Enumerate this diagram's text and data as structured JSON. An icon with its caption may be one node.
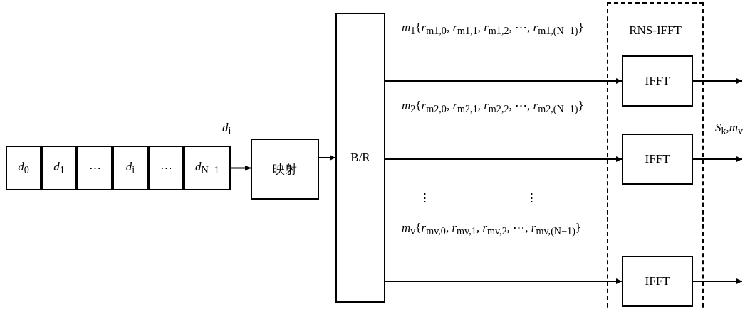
{
  "diagram": {
    "nodes": [
      {
        "text": [
          "*d*$_{0}$"
        ]
      },
      {
        "text": [
          "*d*$_{1}$"
        ]
      },
      {
        "text": [
          "⋯"
        ]
      },
      {
        "text": [
          "*d*$_{i}$"
        ]
      },
      {
        "text": [
          "⋯"
        ]
      },
      {
        "text": [
          "*d*$_{N−1}$"
        ]
      },
      {
        "text": [
          "映射"
        ]
      },
      {
        "text": [
          "B/R"
        ]
      },
      {
        "text": [
          "RNS-IFFT"
        ]
      },
      {
        "text": [
          "IFFT"
        ],
        "in": 8
      },
      {
        "text": [
          "IFFT"
        ],
        "in": 8
      },
      {
        "text": [
          "IFFT"
        ],
        "in": 8
      }
    ],
    "edges": [
      {
        "from": 5,
        "to": 6,
        "arrow": "to",
        "label": "*d*$_{i}$"
      },
      {
        "from": 6,
        "to": 7,
        "arrow": "to"
      },
      {
        "from": 7,
        "to": 9,
        "arrow": "to",
        "label": "*m*$_{1}${*r*$_{m1,0}$, *r*$_{m1,1}$, *r*$_{m1,2}$, ⋯, *r*$_{m1,(N−1)}$}"
      },
      {
        "from": 7,
        "to": 10,
        "arrow": "to",
        "label": "*m*$_{2}${*r*$_{m2,0}$, *r*$_{m2,1}$, *r*$_{m2,2}$, ⋯, *r*$_{m2,(N−1)}$}"
      },
      {
        "from": 7,
        "to": 11,
        "arrow": "to",
        "label": "*m*$_{v}${*r*$_{mv,0}$, *r*$_{mv,1}$, *r*$_{mv,2}$, ⋯, *r*$_{mv,(N−1)}$}"
      },
      {
        "from": 9,
        "to": null,
        "arrow": "to"
      },
      {
        "from": 10,
        "to": null,
        "arrow": "to",
        "label": "*S*$_{k}$,*m*$_{v}$"
      },
      {
        "from": 11,
        "to": null,
        "arrow": "to"
      }
    ],
    "labels": [
      "⋮",
      "⋮"
    ]
  }
}
